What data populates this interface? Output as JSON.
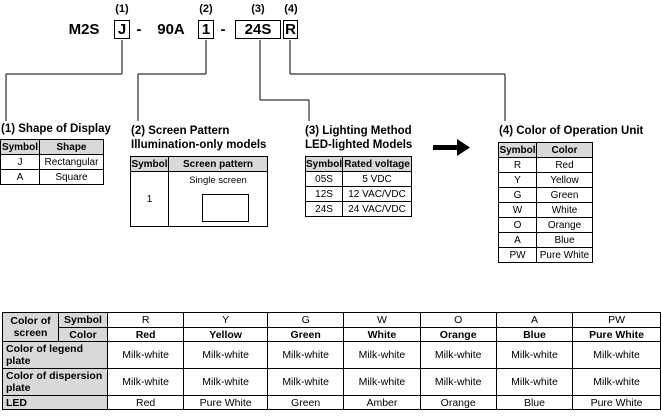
{
  "model_code": {
    "parts": [
      "M2S",
      "J",
      "-",
      "90A",
      "1",
      "-",
      "24S",
      "R"
    ],
    "numbers": [
      "(1)",
      "(2)",
      "(3)",
      "(4)"
    ]
  },
  "sections": {
    "shape": {
      "title": "(1) Shape of Display",
      "headers": [
        "Symbol",
        "Shape"
      ],
      "rows": [
        [
          "J",
          "Rectangular"
        ],
        [
          "A",
          "Square"
        ]
      ]
    },
    "screen": {
      "title_line1": "(2) Screen Pattern",
      "title_line2": "Illumination-only models",
      "headers": [
        "Symbol",
        "Screen pattern"
      ],
      "symbol": "1",
      "pattern": "Single screen"
    },
    "lighting": {
      "title_line1": "(3) Lighting Method",
      "title_line2": "LED-lighted Models",
      "headers": [
        "Symbol",
        "Rated voltage"
      ],
      "rows": [
        [
          "05S",
          "5 VDC"
        ],
        [
          "12S",
          "12 VAC/VDC"
        ],
        [
          "24S",
          "24 VAC/VDC"
        ]
      ]
    },
    "color": {
      "title": "(4) Color of Operation Unit",
      "headers": [
        "Symbol",
        "Color"
      ],
      "rows": [
        [
          "R",
          "Red"
        ],
        [
          "Y",
          "Yellow"
        ],
        [
          "G",
          "Green"
        ],
        [
          "W",
          "White"
        ],
        [
          "O",
          "Orange"
        ],
        [
          "A",
          "Blue"
        ],
        [
          "PW",
          "Pure White"
        ]
      ]
    }
  },
  "color_table": {
    "corner": "Color of screen",
    "symbol_label": "Symbol",
    "color_label": "Color",
    "symbols": [
      "R",
      "Y",
      "G",
      "W",
      "O",
      "A",
      "PW"
    ],
    "colors": [
      "Red",
      "Yellow",
      "Green",
      "White",
      "Orange",
      "Blue",
      "Pure White"
    ],
    "rows": [
      {
        "label": "Color of legend plate",
        "values": [
          "Milk-white",
          "Milk-white",
          "Milk-white",
          "Milk-white",
          "Milk-white",
          "Milk-white",
          "Milk-white"
        ]
      },
      {
        "label": "Color of dispersion plate",
        "values": [
          "Milk-white",
          "Milk-white",
          "Milk-white",
          "Milk-white",
          "Milk-white",
          "Milk-white",
          "Milk-white"
        ]
      },
      {
        "label": "LED",
        "values": [
          "Red",
          "Pure White",
          "Green",
          "Amber",
          "Orange",
          "Blue",
          "Pure White"
        ]
      }
    ]
  }
}
